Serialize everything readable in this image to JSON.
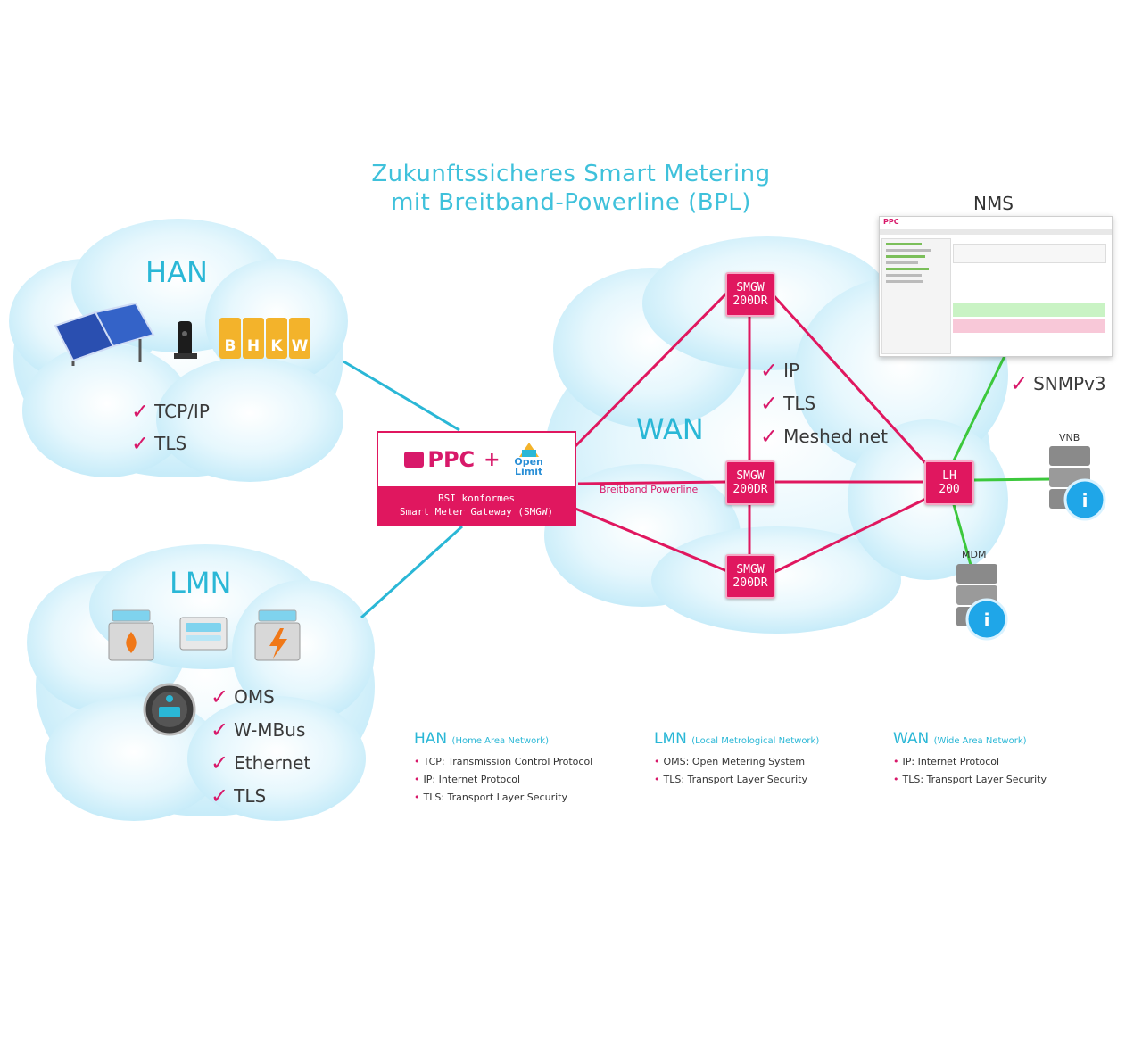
{
  "title": {
    "line1": "Zukunftssicheres Smart Metering",
    "line2": "mit Breitband-Powerline (BPL)"
  },
  "han": {
    "title": "HAN",
    "bhkw": [
      "B",
      "H",
      "K",
      "W"
    ],
    "checks": [
      "TCP/IP",
      "TLS"
    ]
  },
  "lmn": {
    "title": "LMN",
    "checks": [
      "OMS",
      "W-MBus",
      "Ethernet",
      "TLS"
    ]
  },
  "wan": {
    "title": "WAN",
    "checks": [
      "IP",
      "TLS",
      "Meshed net"
    ],
    "link_label": "Breitband Powerline"
  },
  "gateway": {
    "ppc_logo": "PPC",
    "plus": "+",
    "openlimit_logo": "Open Limit",
    "line1": "BSI konformes",
    "line2": "Smart Meter Gateway (SMGW)"
  },
  "nodes": {
    "top": [
      "SMGW",
      "200DR"
    ],
    "middle": [
      "SMGW",
      "200DR"
    ],
    "bottom": [
      "SMGW",
      "200DR"
    ],
    "lh": [
      "LH",
      "200"
    ]
  },
  "nms": {
    "label": "NMS",
    "logo": "PPC"
  },
  "snmp": "SNMPv3",
  "vnb": "VNB",
  "mdm": "MDM",
  "legend": [
    {
      "head": "HAN",
      "sub": "(Home Area Network)",
      "items": [
        "TCP: Transmission Control Protocol",
        "IP: Internet Protocol",
        "TLS: Transport Layer Security"
      ]
    },
    {
      "head": "LMN",
      "sub": "(Local Metrological Network)",
      "items": [
        "OMS: Open Metering System",
        "TLS: Transport Layer Security"
      ]
    },
    {
      "head": "WAN",
      "sub": "(Wide Area Network)",
      "items": [
        "IP: Internet Protocol",
        "TLS: Transport Layer Security"
      ]
    }
  ],
  "colors": {
    "cyan": "#2ab7d6",
    "cloud": "#cdeefa",
    "magenta": "#e0175f",
    "green": "#3cc83c"
  }
}
